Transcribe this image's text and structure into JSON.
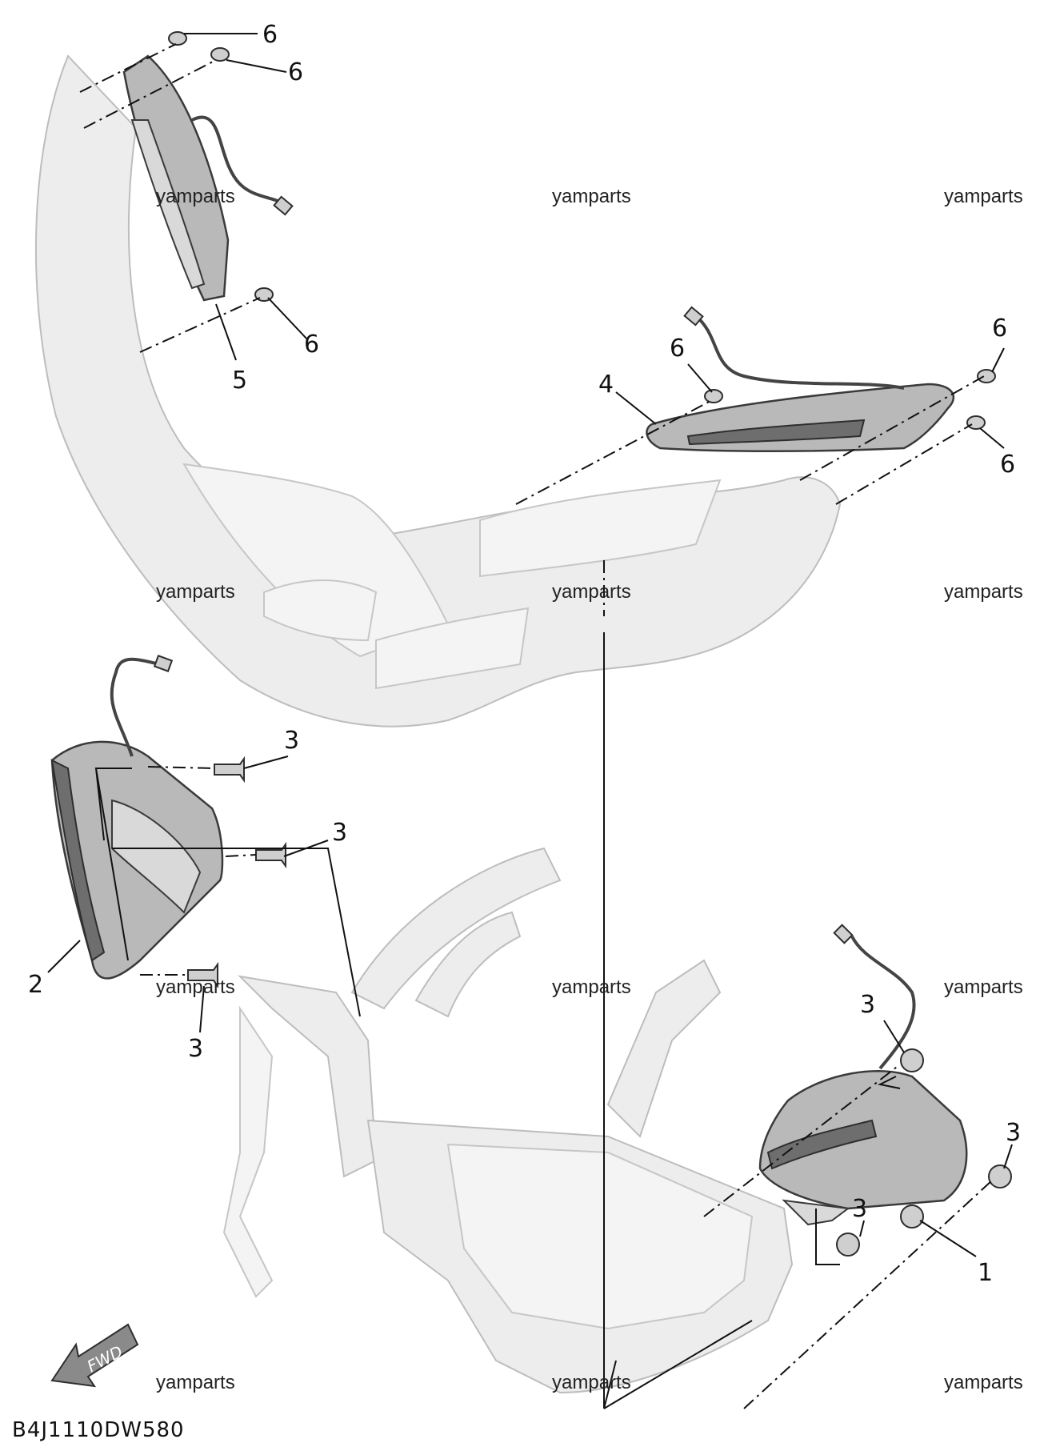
{
  "diagram_code": "B4J1110DW580",
  "fwd_label": "FWD",
  "watermark": "yamparts",
  "callouts": {
    "c1": "1",
    "c2": "2",
    "c3": "3",
    "c4": "4",
    "c5": "5",
    "c6": "6"
  }
}
